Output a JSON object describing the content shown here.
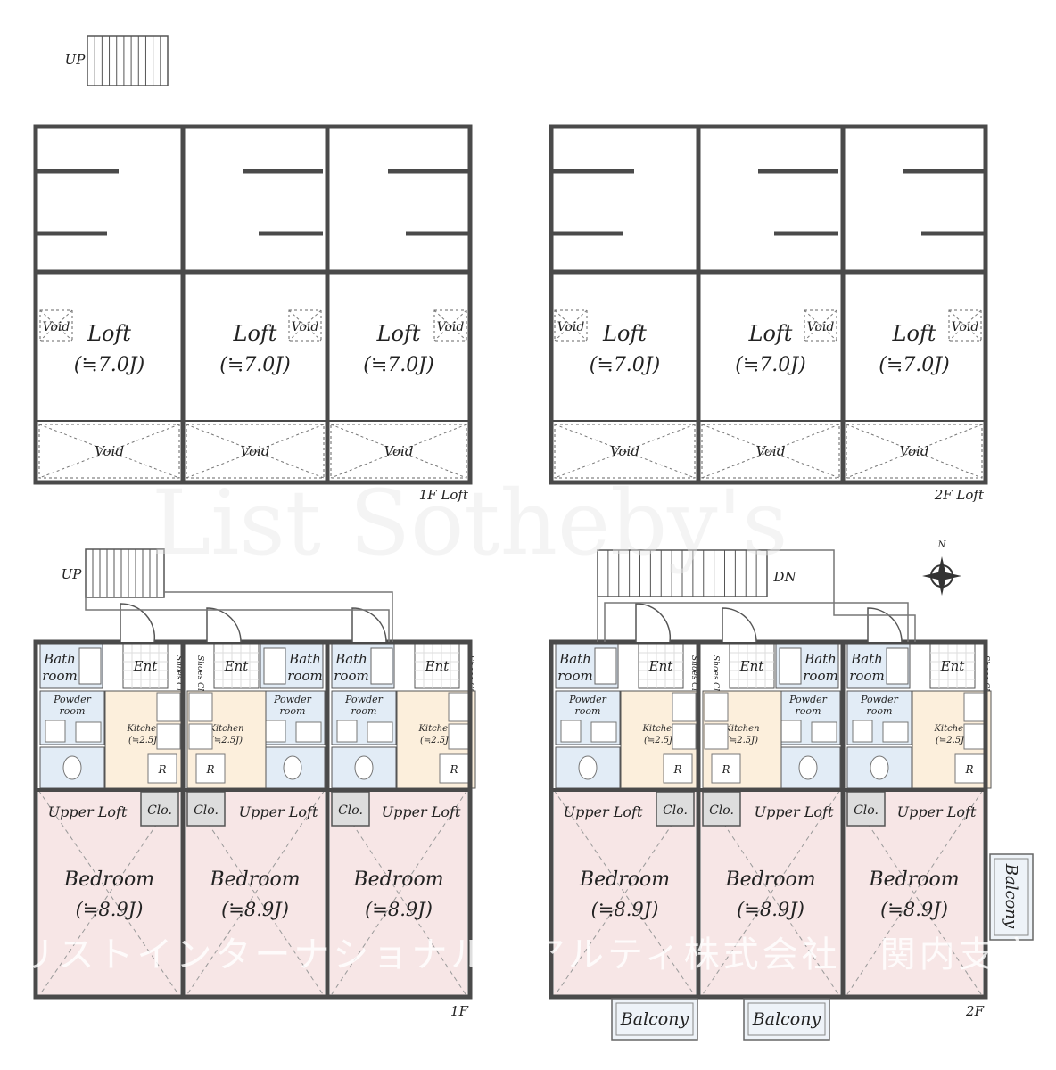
{
  "labels": {
    "up": "UP",
    "dn": "DN",
    "loft": "Loft",
    "loft_size": "(≒7.0J)",
    "void": "Void",
    "loft_1f": "1F Loft",
    "loft_2f": "2F Loft",
    "bath": "Bath",
    "room": "room",
    "ent": "Ent",
    "shoes": "Shoes Clo",
    "powder": "Powder",
    "kitchen": "Kitchen",
    "kitchen_size": "(≒2.5J)",
    "r": "R",
    "clo": "Clo.",
    "upper_loft": "Upper Loft",
    "bedroom": "Bedroom",
    "bedroom_size": "(≒8.9J)",
    "balcony": "Balcony",
    "floor_1f": "1F",
    "floor_2f": "2F",
    "north": "N"
  },
  "watermark": {
    "brand": "List Sotheby's",
    "company": "リストインターナショナルリアルティ株式会社　関内支店"
  },
  "colors": {
    "wall": "#4a4a4a",
    "bedroom_fill": "#f7e6e6",
    "kitchen_fill": "#fcefdc",
    "bath_fill": "#e2ecf6",
    "balcony_fill": "#eef3f8"
  }
}
